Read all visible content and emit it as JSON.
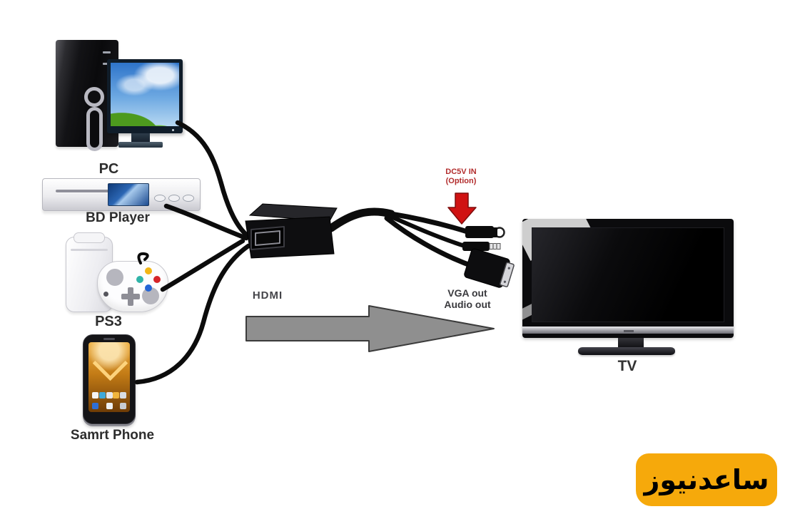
{
  "devices": {
    "pc": {
      "label": "PC"
    },
    "bd_player": {
      "label": "BD Player"
    },
    "ps3": {
      "label": "PS3"
    },
    "smartphone": {
      "label": "Samrt Phone"
    },
    "tv": {
      "label": "TV"
    }
  },
  "adapter": {
    "input_label": "HDMI",
    "power_label": "DC5V IN",
    "power_note": "(Option)",
    "outputs": {
      "line1": "VGA out",
      "line2": "Audio out"
    }
  },
  "watermark": {
    "text": "ساعدنیوز"
  },
  "colors": {
    "power_red": "#d01212",
    "power_text_red": "#b22c2c",
    "signal_arrow_gray": "#8f8f8f",
    "watermark_yellow": "#f6a90b",
    "cable_black": "#0c0c0c",
    "background": "#ffffff"
  }
}
